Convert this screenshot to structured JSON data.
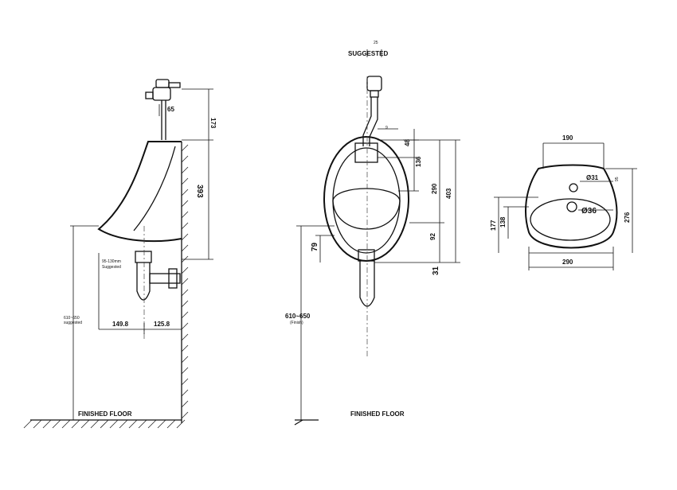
{
  "side_view": {
    "floor_label": "FINISHED FLOOR",
    "dim_top_65": "65",
    "dim_top_173": "173",
    "dim_height_393": "393",
    "dim_suggested_range": "95-130mm",
    "dim_suggested_word": "Suggested",
    "dim_floor_height": "610~650",
    "dim_floor_height_note": "suggested",
    "dim_149_8": "149.8",
    "dim_125_8": "125.8"
  },
  "front_view": {
    "floor_label": "FINISHED FLOOR",
    "top_dim": "25",
    "top_note": "SUGGESTED",
    "dim_9": "9",
    "dim_48": "48",
    "dim_136": "136",
    "dim_290": "290",
    "dim_403": "403",
    "dim_92": "92",
    "dim_79": "79",
    "dim_31": "31",
    "dim_floor_height": "610~650",
    "dim_floor_height_note": "(Finish)"
  },
  "top_view": {
    "dim_190": "190",
    "dim_d31": "Ø31",
    "dim_d36": "Ø36",
    "dim_95": "95",
    "dim_177": "177",
    "dim_138": "138",
    "dim_276": "276",
    "dim_290": "290"
  }
}
